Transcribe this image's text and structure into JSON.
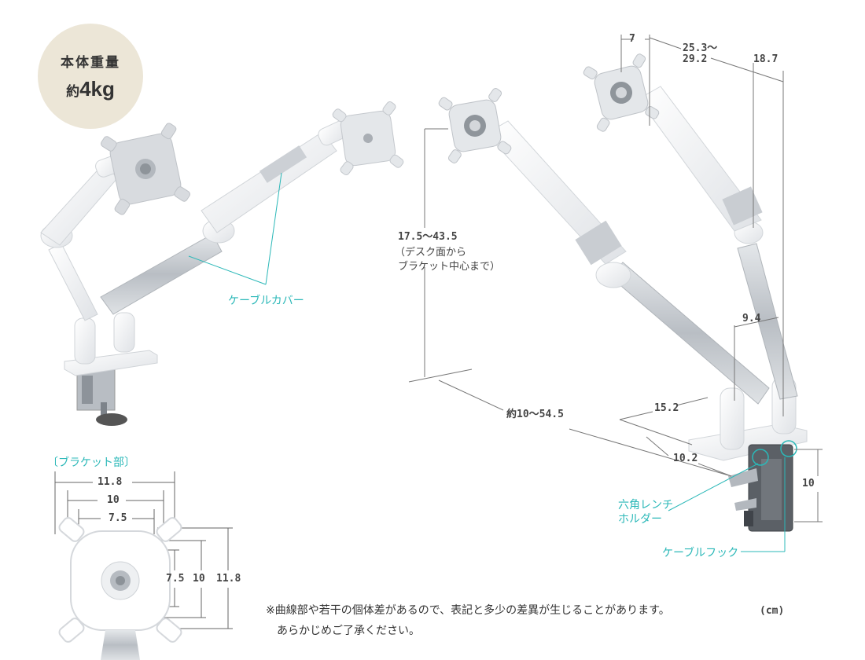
{
  "badge": {
    "title": "本体重量",
    "prefix": "約",
    "value": "4kg"
  },
  "left_product": {
    "callout_cable_cover": "ケーブルカバー"
  },
  "bracket": {
    "title": "〔ブラケット部〕",
    "dims": {
      "outer_w": "11.8",
      "mid_w": "10",
      "inner_w": "7.5",
      "inner_h": "7.5",
      "mid_h": "10",
      "outer_h": "11.8"
    }
  },
  "right_product": {
    "dims": {
      "head_offset": "7",
      "top_span_a": "25.3～",
      "top_span_b": "29.2",
      "top_right": "18.7",
      "height_range": "17.5～43.5",
      "height_note1": "（デスク面から",
      "height_note2": "ブラケット中心まで）",
      "lower_right": "9.4",
      "base_depth": "15.2",
      "base_width": "10.2",
      "reach": "約10～54.5",
      "clamp_h": "10"
    },
    "callout_hex_wrench_1": "六角レンチ",
    "callout_hex_wrench_2": "ホルダー",
    "callout_cable_hook": "ケーブルフック"
  },
  "footnote": {
    "line1": "※曲線部や若干の個体差があるので、表記と多少の差異が生じることがあります。",
    "line2": "あらかじめご了承ください。",
    "unit": "(cm)"
  },
  "colors": {
    "badge_bg": "#ece6d7",
    "accent": "#2bb8b8",
    "arm_white": "#f3f4f5",
    "arm_silver": "#c9cdd2"
  }
}
